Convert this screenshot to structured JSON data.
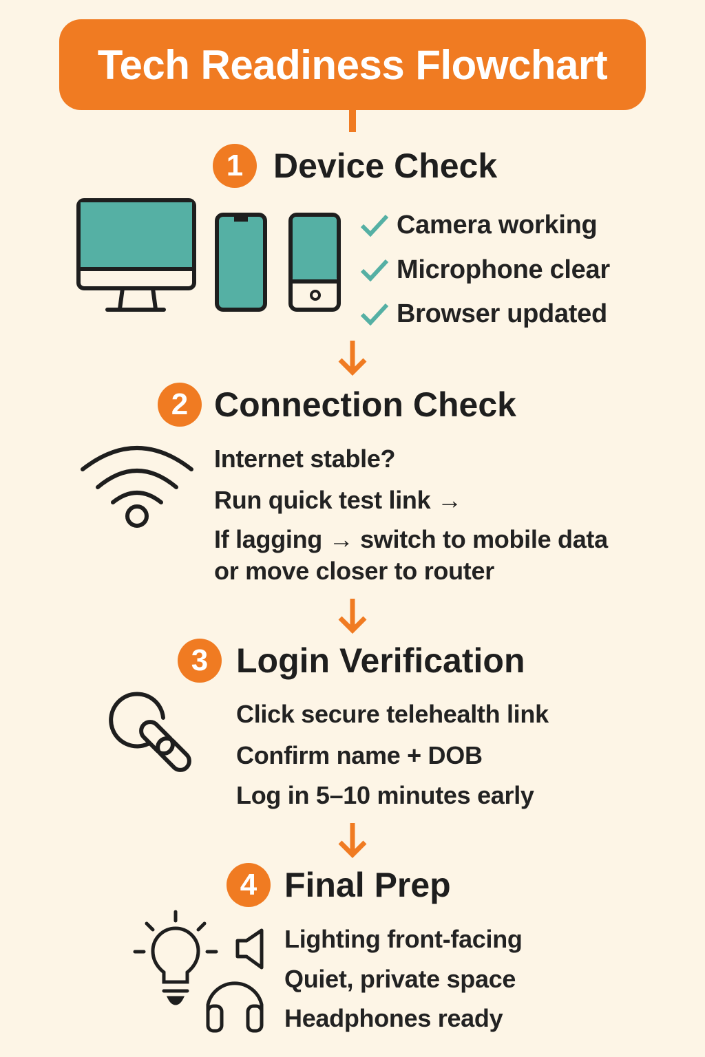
{
  "title": "Tech Readiness Flowchart",
  "colors": {
    "accent": "#f07b22",
    "teal": "#55b0a4",
    "background": "#fdf5e6",
    "ink": "#1e1e1e"
  },
  "steps": [
    {
      "number": "1",
      "heading": "Device Check",
      "icons": [
        "desktop-monitor-icon",
        "smartphone-icon",
        "mobile-phone-home-button-icon"
      ],
      "items": [
        "Camera working",
        "Microphone clear",
        "Browser updated"
      ]
    },
    {
      "number": "2",
      "heading": "Connection Check",
      "icons": [
        "wifi-icon"
      ],
      "items": [
        "Internet stable?",
        "Run quick test link →",
        "If lagging → switch to mobile data",
        "or move closer to router"
      ]
    },
    {
      "number": "3",
      "heading": "Login Verification",
      "icons": [
        "link-icon"
      ],
      "items": [
        "Click secure telehealth link",
        "Confirm name + DOB",
        "Log in 5–10 minutes early"
      ]
    },
    {
      "number": "4",
      "heading": "Final Prep",
      "icons": [
        "lightbulb-icon",
        "speaker-icon",
        "headphones-icon"
      ],
      "items": [
        "Lighting front-facing",
        "Quiet, private space",
        "Headphones ready"
      ]
    }
  ]
}
